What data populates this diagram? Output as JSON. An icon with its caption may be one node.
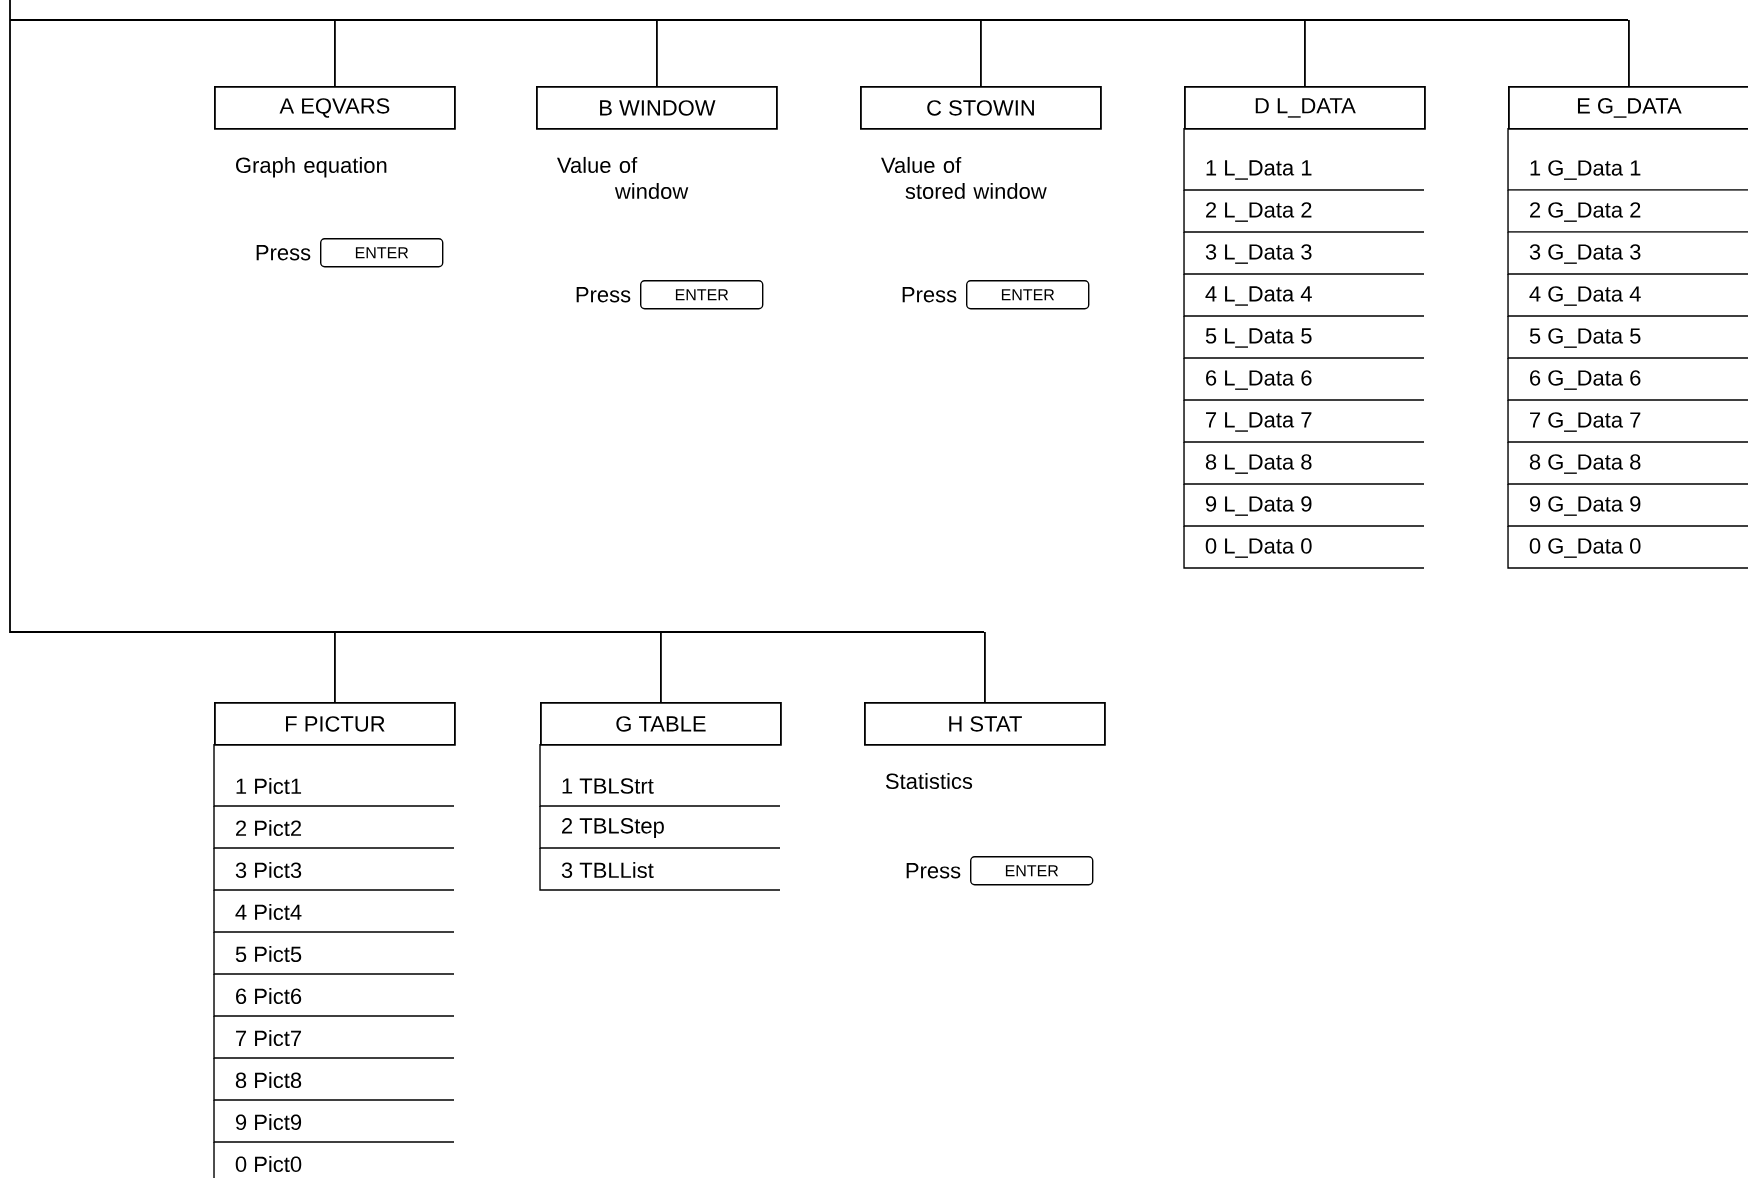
{
  "diagram": {
    "nodes": [
      {
        "text": [
          "A EQVARS"
        ],
        "beside": [
          "Graph equation"
        ]
      },
      {
        "text": [
          "ENTER"
        ],
        "beside": [
          "Press"
        ]
      },
      {
        "text": [
          "B WINDOW"
        ],
        "beside": [
          "Value of window"
        ]
      },
      {
        "text": [
          "ENTER"
        ],
        "beside": [
          "Press"
        ]
      },
      {
        "text": [
          "C STOWIN"
        ],
        "beside": [
          "Value of stored window"
        ]
      },
      {
        "text": [
          "ENTER"
        ],
        "beside": [
          "Press"
        ]
      },
      {
        "text": [
          "D L_DATA"
        ],
        "beside": [
          "1 L_Data 1",
          "2 L_Data 2",
          "3 L_Data 3",
          "4 L_Data 4",
          "5 L_Data 5",
          "6 L_Data 6",
          "7 L_Data 7",
          "8 L_Data 8",
          "9 L_Data 9",
          "0 L_Data 0"
        ]
      },
      {
        "text": [
          "E G_DATA"
        ],
        "beside": [
          "1 G_Data 1",
          "2 G_Data 2",
          "3 G_Data 3",
          "4 G_Data 4",
          "5 G_Data 5",
          "6 G_Data 6",
          "7 G_Data 7",
          "8 G_Data 8",
          "9 G_Data 9",
          "0 G_Data 0"
        ]
      },
      {
        "text": [
          "F PICTUR"
        ],
        "beside": [
          "1 Pict1",
          "2 Pict2",
          "3 Pict3",
          "4 Pict4",
          "5 Pict5",
          "6 Pict6",
          "7 Pict7",
          "8 Pict8",
          "9 Pict9",
          "0 Pict0"
        ]
      },
      {
        "text": [
          "G TABLE"
        ],
        "beside": [
          "1 TBLStrt",
          "2 TBLStep",
          "3 TBLList"
        ]
      },
      {
        "text": [
          "H STAT"
        ],
        "beside": [
          "Statistics"
        ]
      },
      {
        "text": [
          "ENTER"
        ],
        "beside": [
          "Press"
        ]
      }
    ],
    "edges": [
      {
        "from": null,
        "to": 0,
        "arrow": "none"
      },
      {
        "from": null,
        "to": 2,
        "arrow": "none"
      },
      {
        "from": null,
        "to": 4,
        "arrow": "none"
      },
      {
        "from": null,
        "to": 6,
        "arrow": "none"
      },
      {
        "from": null,
        "to": 7,
        "arrow": "none"
      },
      {
        "from": null,
        "to": 8,
        "arrow": "none"
      },
      {
        "from": null,
        "to": 9,
        "arrow": "none"
      },
      {
        "from": null,
        "to": 10,
        "arrow": "none"
      }
    ]
  }
}
